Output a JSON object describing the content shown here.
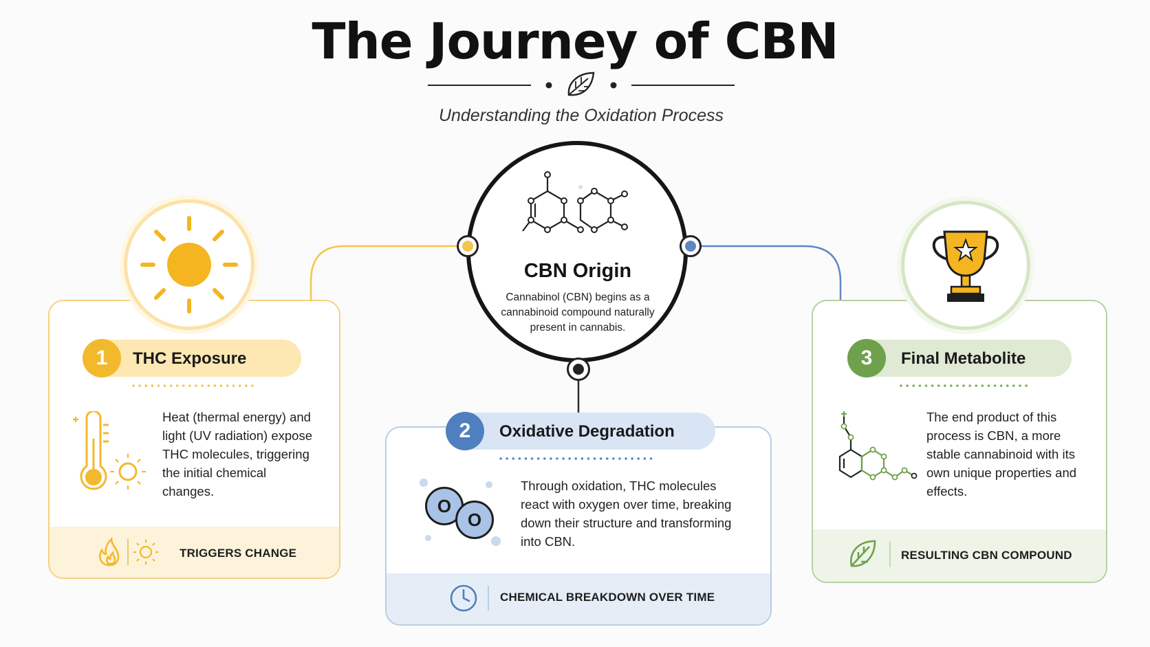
{
  "header": {
    "title": "The Journey of CBN",
    "subtitle": "Understanding the Oxidation Process",
    "divider_icon": "leaf-icon"
  },
  "center": {
    "title": "CBN Origin",
    "description": "Cannabinol (CBN) begins as a cannabinoid compound naturally present in cannabis.",
    "icon": "molecule-icon"
  },
  "steps": [
    {
      "number": "1",
      "label": "THC Exposure",
      "body": "Heat (thermal energy) and light (UV radiation) expose THC molecules, triggering the initial chemical changes.",
      "footer": "TRIGGERS CHANGE",
      "icon": "sun-icon",
      "side_icon": "thermometer-icon",
      "footer_icons": [
        "flame-icon",
        "sun-small-icon"
      ],
      "color": "#f3b92c"
    },
    {
      "number": "2",
      "label": "Oxidative Degradation",
      "body": "Through oxidation, THC molecules react with oxygen over time, breaking down their structure and transforming into CBN.",
      "footer": "CHEMICAL BREAKDOWN OVER TIME",
      "oxygen_symbol": "O",
      "side_icon": "oxygen-molecule-icon",
      "footer_icon": "clock-icon",
      "color": "#4f7fbf"
    },
    {
      "number": "3",
      "label": "Final Metabolite",
      "body": "The end product of this process is CBN, a more stable cannabinoid with its own unique properties and effects.",
      "footer": "RESULTING CBN COMPOUND",
      "icon": "trophy-icon",
      "side_icon": "cbn-molecule-icon",
      "footer_icon": "leaf-icon",
      "color": "#6fa04b"
    }
  ]
}
